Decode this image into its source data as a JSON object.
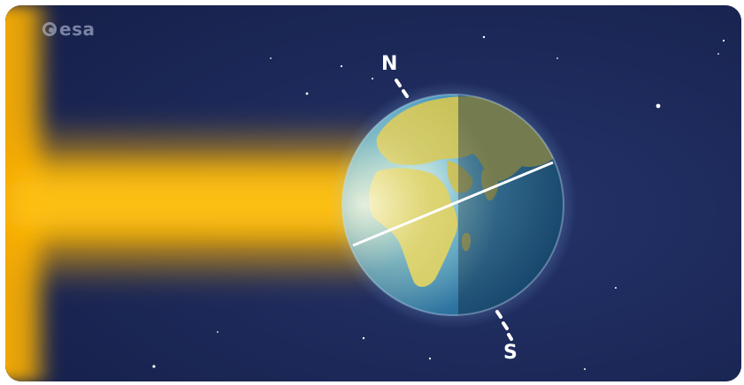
{
  "scene": {
    "brand": "esa",
    "north_label": "N",
    "south_label": "S",
    "colors": {
      "space": "#1d2a5a",
      "sunlight": "#ffb000",
      "ocean": "#2f7fb0",
      "land": "#c9c25a",
      "equator_line": "#ffffff"
    }
  }
}
